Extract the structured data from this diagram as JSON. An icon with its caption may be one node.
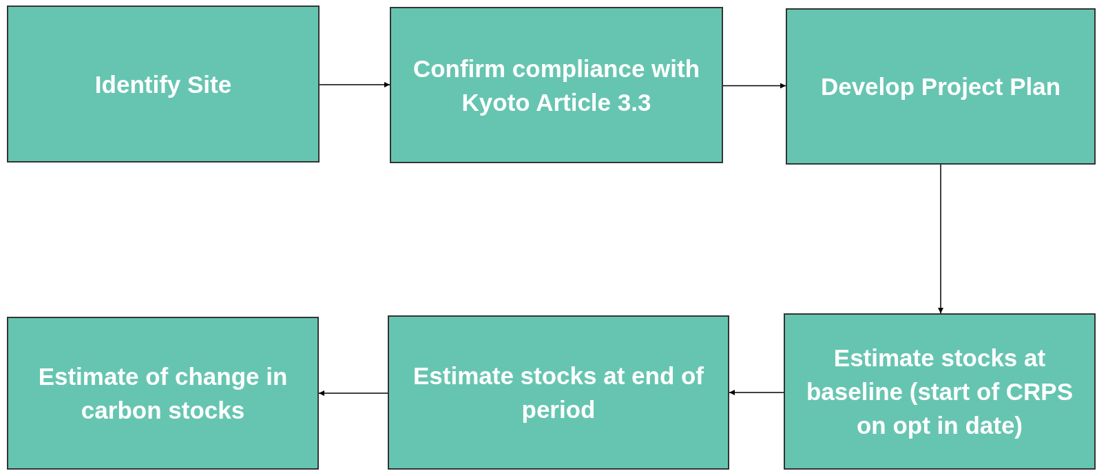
{
  "diagram": {
    "nodes": [
      {
        "text": [
          "Identify Site"
        ]
      },
      {
        "text": [
          "Confirm compliance with Kyoto Article 3.3"
        ]
      },
      {
        "text": [
          "Develop Project Plan"
        ]
      },
      {
        "text": [
          "Estimate stocks at baseline (start of CRPS on opt in date)"
        ]
      },
      {
        "text": [
          "Estimate stocks at end of period"
        ]
      },
      {
        "text": [
          "Estimate of change in carbon stocks"
        ]
      }
    ],
    "edges": [
      {
        "from": 0,
        "to": 1,
        "arrow": "to"
      },
      {
        "from": 1,
        "to": 2,
        "arrow": "to"
      },
      {
        "from": 2,
        "to": 3,
        "arrow": "to"
      },
      {
        "from": 3,
        "to": 4,
        "arrow": "to"
      },
      {
        "from": 4,
        "to": 5,
        "arrow": "to"
      }
    ]
  }
}
